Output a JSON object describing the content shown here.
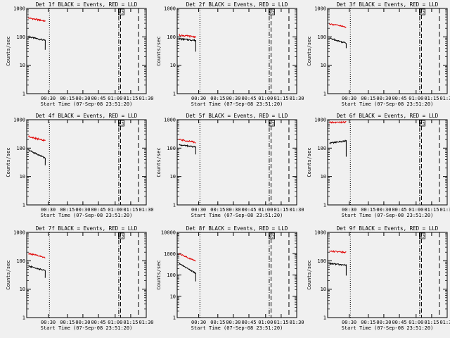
{
  "colors": {
    "background": "#f0f0f0",
    "events": "#000000",
    "lld": "#e00000",
    "axis": "#000000"
  },
  "chart_data": [
    {
      "type": "line",
      "title": "Det 1f BLACK = Events, RED = LLD",
      "xlabel": "Start Time (07-Sep-08 23:51:20)",
      "ylabel": "Counts/sec",
      "ylim": [
        1,
        1000
      ],
      "yscale": "log",
      "ytick_labels": [
        "1",
        "10",
        "100",
        "1000"
      ],
      "xtick_labels": [
        "00:30",
        "00:15",
        "00:30",
        "00:45",
        "01:00",
        "01:15",
        "01:30"
      ],
      "annotation": "E3",
      "series": [
        {
          "name": "Events",
          "start": 100,
          "end": 75,
          "drop": 35
        },
        {
          "name": "LLD",
          "start": 460,
          "end": 360
        }
      ]
    },
    {
      "type": "line",
      "title": "Det 2f BLACK = Events, RED = LLD",
      "xlabel": "Start Time (07-Sep-08 23:51:20)",
      "ylabel": "Counts/sec",
      "ylim": [
        1,
        1000
      ],
      "yscale": "log",
      "ytick_labels": [
        "1",
        "10",
        "100",
        "1000"
      ],
      "xtick_labels": [
        "00:30",
        "00:15",
        "00:30",
        "00:45",
        "01:00",
        "01:15",
        "01:30"
      ],
      "annotation": "E3",
      "series": [
        {
          "name": "Events",
          "start": 85,
          "end": 75,
          "drop": 30
        },
        {
          "name": "LLD",
          "start": 115,
          "end": 100
        }
      ]
    },
    {
      "type": "line",
      "title": "Det 3f BLACK = Events, RED = LLD",
      "xlabel": "Start Time (07-Sep-08 23:51:20)",
      "ylabel": "Counts/sec",
      "ylim": [
        1,
        1000
      ],
      "yscale": "log",
      "ytick_labels": [
        "1",
        "10",
        "100",
        "1000"
      ],
      "xtick_labels": [
        "00:30",
        "00:15",
        "00:30",
        "00:45",
        "01:00",
        "01:15",
        "01:30"
      ],
      "annotation": "E3",
      "series": [
        {
          "name": "Events",
          "start": 90,
          "end": 60,
          "drop": 40
        },
        {
          "name": "LLD",
          "start": 290,
          "end": 220
        }
      ]
    },
    {
      "type": "line",
      "title": "Det 4f BLACK = Events, RED = LLD",
      "xlabel": "Start Time (07-Sep-08 23:51:20)",
      "ylabel": "Counts/sec",
      "ylim": [
        1,
        1000
      ],
      "yscale": "log",
      "ytick_labels": [
        "1",
        "10",
        "100",
        "1000"
      ],
      "xtick_labels": [
        "00:30",
        "00:15",
        "00:30",
        "00:45",
        "01:00",
        "01:15",
        "01:30"
      ],
      "annotation": "E3",
      "series": [
        {
          "name": "Events",
          "start": 85,
          "end": 45,
          "drop": 25
        },
        {
          "name": "LLD",
          "start": 260,
          "end": 180
        }
      ]
    },
    {
      "type": "line",
      "title": "Det 5f BLACK = Events, RED = LLD",
      "xlabel": "Start Time (07-Sep-08 23:51:20)",
      "ylabel": "Counts/sec",
      "ylim": [
        1,
        1000
      ],
      "yscale": "log",
      "ytick_labels": [
        "1",
        "10",
        "100",
        "1000"
      ],
      "xtick_labels": [
        "00:30",
        "00:15",
        "00:30",
        "00:45",
        "01:00",
        "01:15",
        "01:30"
      ],
      "annotation": "E3",
      "series": [
        {
          "name": "Events",
          "start": 130,
          "end": 110,
          "drop": 60
        },
        {
          "name": "LLD",
          "start": 200,
          "end": 160
        }
      ]
    },
    {
      "type": "line",
      "title": "Det 6f BLACK = Events, RED = LLD",
      "xlabel": "Start Time (07-Sep-08 23:51:20)",
      "ylabel": "Counts/sec",
      "ylim": [
        1,
        1000
      ],
      "yscale": "log",
      "ytick_labels": [
        "1",
        "10",
        "100",
        "1000"
      ],
      "xtick_labels": [
        "00:30",
        "00:15",
        "00:30",
        "00:45",
        "01:00",
        "01:15",
        "01:30"
      ],
      "annotation": "E3",
      "series": [
        {
          "name": "Events",
          "start": 150,
          "end": 180,
          "drop": 50
        },
        {
          "name": "LLD",
          "start": 800,
          "end": 820
        }
      ]
    },
    {
      "type": "line",
      "title": "Det 7f BLACK = Events, RED = LLD",
      "xlabel": "Start Time (07-Sep-08 23:51:20)",
      "ylabel": "Counts/sec",
      "ylim": [
        1,
        1000
      ],
      "yscale": "log",
      "ytick_labels": [
        "1",
        "10",
        "100",
        "1000"
      ],
      "xtick_labels": [
        "00:30",
        "00:15",
        "00:30",
        "00:45",
        "01:00",
        "01:15",
        "01:30"
      ],
      "annotation": "E3",
      "series": [
        {
          "name": "Events",
          "start": 65,
          "end": 45,
          "drop": 25
        },
        {
          "name": "LLD",
          "start": 180,
          "end": 130
        }
      ]
    },
    {
      "type": "line",
      "title": "Det 8f BLACK = Events, RED = LLD",
      "xlabel": "Start Time (07-Sep-08 23:51:20)",
      "ylabel": "Counts/sec",
      "ylim": [
        1,
        10000
      ],
      "yscale": "log",
      "ytick_labels": [
        "1",
        "10",
        "100",
        "1000",
        "10000"
      ],
      "xtick_labels": [
        "00:30",
        "00:15",
        "00:30",
        "00:45",
        "01:00",
        "01:15",
        "01:30"
      ],
      "annotation": "E3",
      "series": [
        {
          "name": "Events",
          "start": 350,
          "end": 120,
          "drop": 50
        },
        {
          "name": "LLD",
          "start": 1000,
          "end": 450
        }
      ]
    },
    {
      "type": "line",
      "title": "Det 9f BLACK = Events, RED = LLD",
      "xlabel": "Start Time (07-Sep-08 23:51:20)",
      "ylabel": "Counts/sec",
      "ylim": [
        1,
        1000
      ],
      "yscale": "log",
      "ytick_labels": [
        "1",
        "10",
        "100",
        "1000"
      ],
      "xtick_labels": [
        "00:30",
        "00:15",
        "00:30",
        "00:45",
        "01:00",
        "01:15",
        "01:30"
      ],
      "annotation": "E3",
      "series": [
        {
          "name": "Events",
          "start": 80,
          "end": 70,
          "drop": 30
        },
        {
          "name": "LLD",
          "start": 220,
          "end": 200
        }
      ]
    }
  ]
}
